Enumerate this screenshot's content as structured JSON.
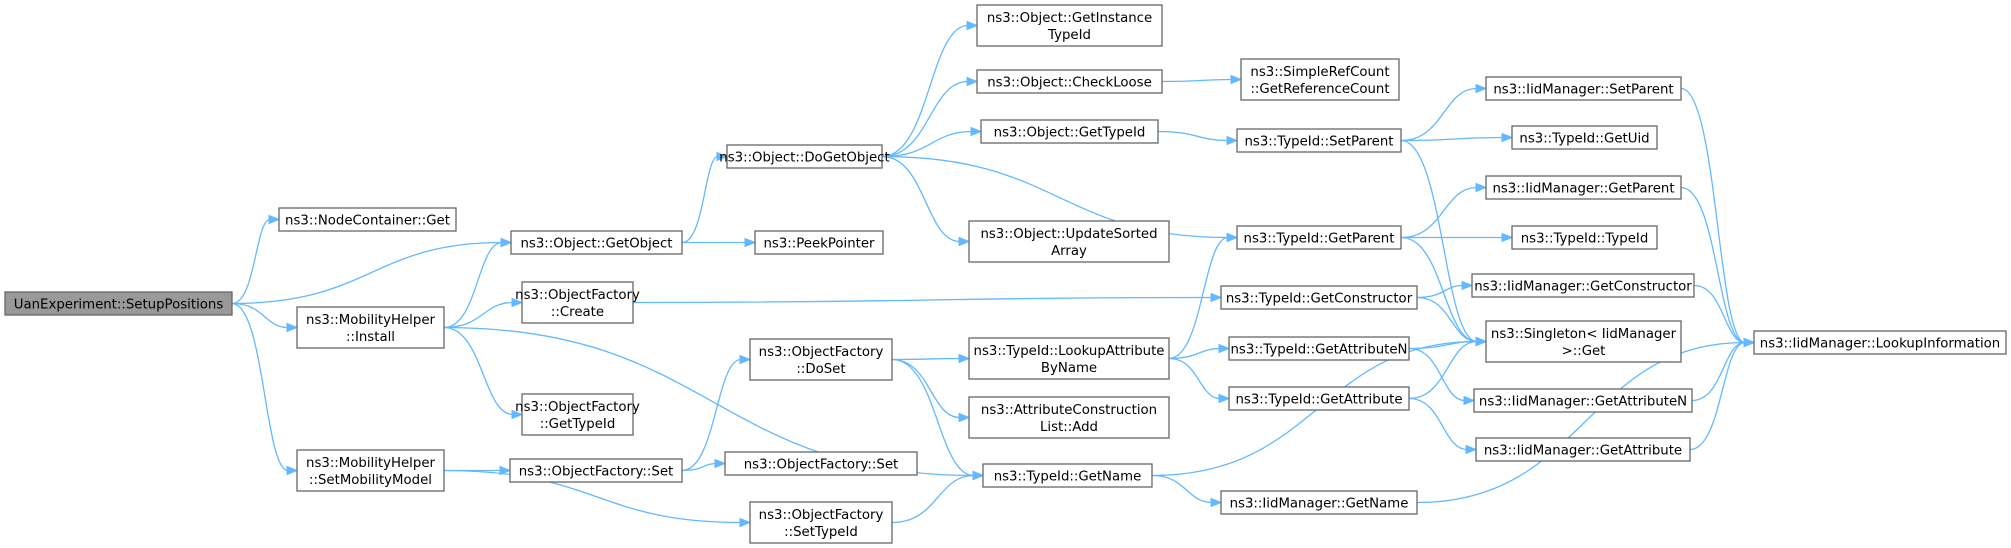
{
  "diagram": {
    "type": "call-graph",
    "colors": {
      "edge": "#63b8ff",
      "node_border": "#666666",
      "root_fill": "#999999",
      "node_fill": "#ffffff"
    },
    "nodes": [
      {
        "id": "n0",
        "lines": [
          "UanExperiment::SetupPositions"
        ],
        "root": true
      },
      {
        "id": "n1",
        "lines": [
          "ns3::NodeContainer::Get"
        ]
      },
      {
        "id": "n2",
        "lines": [
          "ns3::Object::GetObject"
        ]
      },
      {
        "id": "n3",
        "lines": [
          "ns3::MobilityHelper",
          "::Install"
        ]
      },
      {
        "id": "n4",
        "lines": [
          "ns3::MobilityHelper",
          "::SetMobilityModel"
        ]
      },
      {
        "id": "n5",
        "lines": [
          "ns3::Object::DoGetObject"
        ]
      },
      {
        "id": "n6",
        "lines": [
          "ns3::PeekPointer"
        ]
      },
      {
        "id": "n7",
        "lines": [
          "ns3::Object::GetInstance",
          "TypeId"
        ]
      },
      {
        "id": "n8",
        "lines": [
          "ns3::Object::CheckLoose"
        ]
      },
      {
        "id": "n9",
        "lines": [
          "ns3::Object::GetTypeId"
        ]
      },
      {
        "id": "n10",
        "lines": [
          "ns3::TypeId::GetParent"
        ]
      },
      {
        "id": "n11",
        "lines": [
          "ns3::Object::UpdateSorted",
          "Array"
        ]
      },
      {
        "id": "n12",
        "lines": [
          "ns3::SimpleRefCount",
          "::GetReferenceCount"
        ]
      },
      {
        "id": "n13",
        "lines": [
          "ns3::TypeId::SetParent"
        ]
      },
      {
        "id": "n14",
        "lines": [
          "ns3::IidManager::SetParent"
        ]
      },
      {
        "id": "n15",
        "lines": [
          "ns3::TypeId::GetUid"
        ]
      },
      {
        "id": "n16",
        "lines": [
          "ns3::Singleton< IidManager",
          " >::Get"
        ]
      },
      {
        "id": "n17",
        "lines": [
          "ns3::IidManager::LookupInformation"
        ]
      },
      {
        "id": "n18",
        "lines": [
          "ns3::IidManager::GetParent"
        ]
      },
      {
        "id": "n19",
        "lines": [
          "ns3::TypeId::TypeId"
        ]
      },
      {
        "id": "n20",
        "lines": [
          "ns3::ObjectFactory",
          "::Create"
        ]
      },
      {
        "id": "n21",
        "lines": [
          "ns3::TypeId::GetConstructor"
        ]
      },
      {
        "id": "n22",
        "lines": [
          "ns3::IidManager::GetConstructor"
        ]
      },
      {
        "id": "n23",
        "lines": [
          "ns3::ObjectFactory",
          "::GetTypeId"
        ]
      },
      {
        "id": "n24",
        "lines": [
          "ns3::TypeId::GetName"
        ]
      },
      {
        "id": "n25",
        "lines": [
          "ns3::IidManager::GetName"
        ]
      },
      {
        "id": "n26",
        "lines": [
          "ns3::ObjectFactory::Set"
        ]
      },
      {
        "id": "n27",
        "lines": [
          "ns3::ObjectFactory",
          "::DoSet"
        ]
      },
      {
        "id": "n28",
        "lines": [
          "ns3::ObjectFactory::Set"
        ]
      },
      {
        "id": "n29",
        "lines": [
          "ns3::ObjectFactory",
          "::SetTypeId"
        ]
      },
      {
        "id": "n30",
        "lines": [
          "ns3::TypeId::LookupAttribute",
          "ByName"
        ]
      },
      {
        "id": "n31",
        "lines": [
          "ns3::AttributeConstruction",
          "List::Add"
        ]
      },
      {
        "id": "n32",
        "lines": [
          "ns3::TypeId::GetAttributeN"
        ]
      },
      {
        "id": "n33",
        "lines": [
          "ns3::TypeId::GetAttribute"
        ]
      },
      {
        "id": "n34",
        "lines": [
          "ns3::IidManager::GetAttributeN"
        ]
      },
      {
        "id": "n35",
        "lines": [
          "ns3::IidManager::GetAttribute"
        ]
      }
    ],
    "edges": [
      [
        "n0",
        "n1"
      ],
      [
        "n0",
        "n2"
      ],
      [
        "n0",
        "n3"
      ],
      [
        "n0",
        "n4"
      ],
      [
        "n2",
        "n5"
      ],
      [
        "n2",
        "n6"
      ],
      [
        "n5",
        "n7"
      ],
      [
        "n5",
        "n8"
      ],
      [
        "n5",
        "n9"
      ],
      [
        "n5",
        "n10"
      ],
      [
        "n5",
        "n11"
      ],
      [
        "n8",
        "n12"
      ],
      [
        "n9",
        "n13"
      ],
      [
        "n13",
        "n14"
      ],
      [
        "n13",
        "n15"
      ],
      [
        "n13",
        "n16"
      ],
      [
        "n14",
        "n17"
      ],
      [
        "n10",
        "n18"
      ],
      [
        "n10",
        "n19"
      ],
      [
        "n10",
        "n16"
      ],
      [
        "n18",
        "n17"
      ],
      [
        "n3",
        "n2"
      ],
      [
        "n3",
        "n20"
      ],
      [
        "n3",
        "n23"
      ],
      [
        "n3",
        "n24"
      ],
      [
        "n20",
        "n21"
      ],
      [
        "n21",
        "n22"
      ],
      [
        "n21",
        "n16"
      ],
      [
        "n22",
        "n17"
      ],
      [
        "n24",
        "n25"
      ],
      [
        "n24",
        "n16"
      ],
      [
        "n25",
        "n17"
      ],
      [
        "n4",
        "n26"
      ],
      [
        "n4",
        "n29"
      ],
      [
        "n26",
        "n27"
      ],
      [
        "n26",
        "n28"
      ],
      [
        "n29",
        "n24"
      ],
      [
        "n27",
        "n30"
      ],
      [
        "n27",
        "n31"
      ],
      [
        "n27",
        "n24"
      ],
      [
        "n30",
        "n10"
      ],
      [
        "n30",
        "n32"
      ],
      [
        "n30",
        "n33"
      ],
      [
        "n32",
        "n16"
      ],
      [
        "n32",
        "n34"
      ],
      [
        "n33",
        "n16"
      ],
      [
        "n33",
        "n35"
      ],
      [
        "n34",
        "n17"
      ],
      [
        "n35",
        "n17"
      ]
    ]
  }
}
